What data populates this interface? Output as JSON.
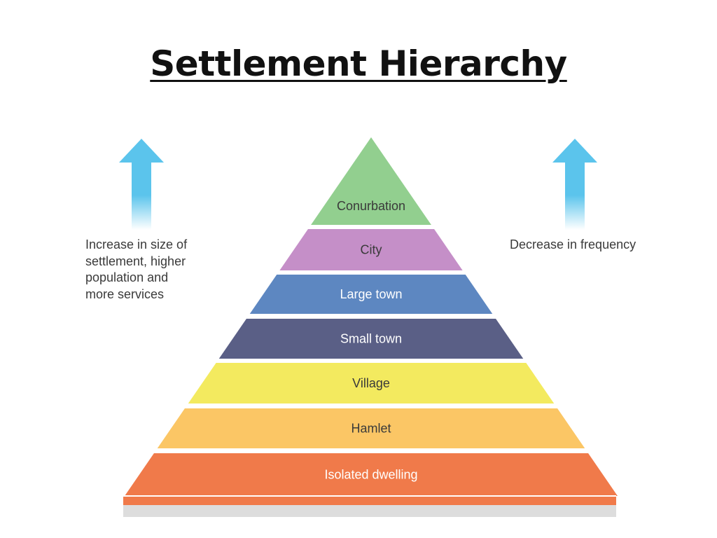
{
  "title": "Settlement Hierarchy",
  "left_caption": "Increase in size of\nsettlement, higher\npopulation and\nmore services",
  "right_caption": "Decrease in frequency",
  "icons": {
    "left_arrow": "arrow-up-icon",
    "right_arrow": "arrow-up-icon"
  },
  "colors": {
    "arrow": "#5bc4ec"
  },
  "tiers": [
    {
      "label": "Conurbation",
      "color": "#92cf8f",
      "text_color": "#3a3a3a"
    },
    {
      "label": "City",
      "color": "#c58fc8",
      "text_color": "#3a3a3a"
    },
    {
      "label": "Large town",
      "color": "#5d87c1",
      "text_color": "#ffffff"
    },
    {
      "label": "Small town",
      "color": "#5a5f86",
      "text_color": "#ffffff"
    },
    {
      "label": "Village",
      "color": "#f3ea5f",
      "text_color": "#3a3a3a"
    },
    {
      "label": "Hamlet",
      "color": "#fbc665",
      "text_color": "#3a3a3a"
    },
    {
      "label": "Isolated dwelling",
      "color": "#f07a4a",
      "text_color": "#ffffff"
    }
  ]
}
